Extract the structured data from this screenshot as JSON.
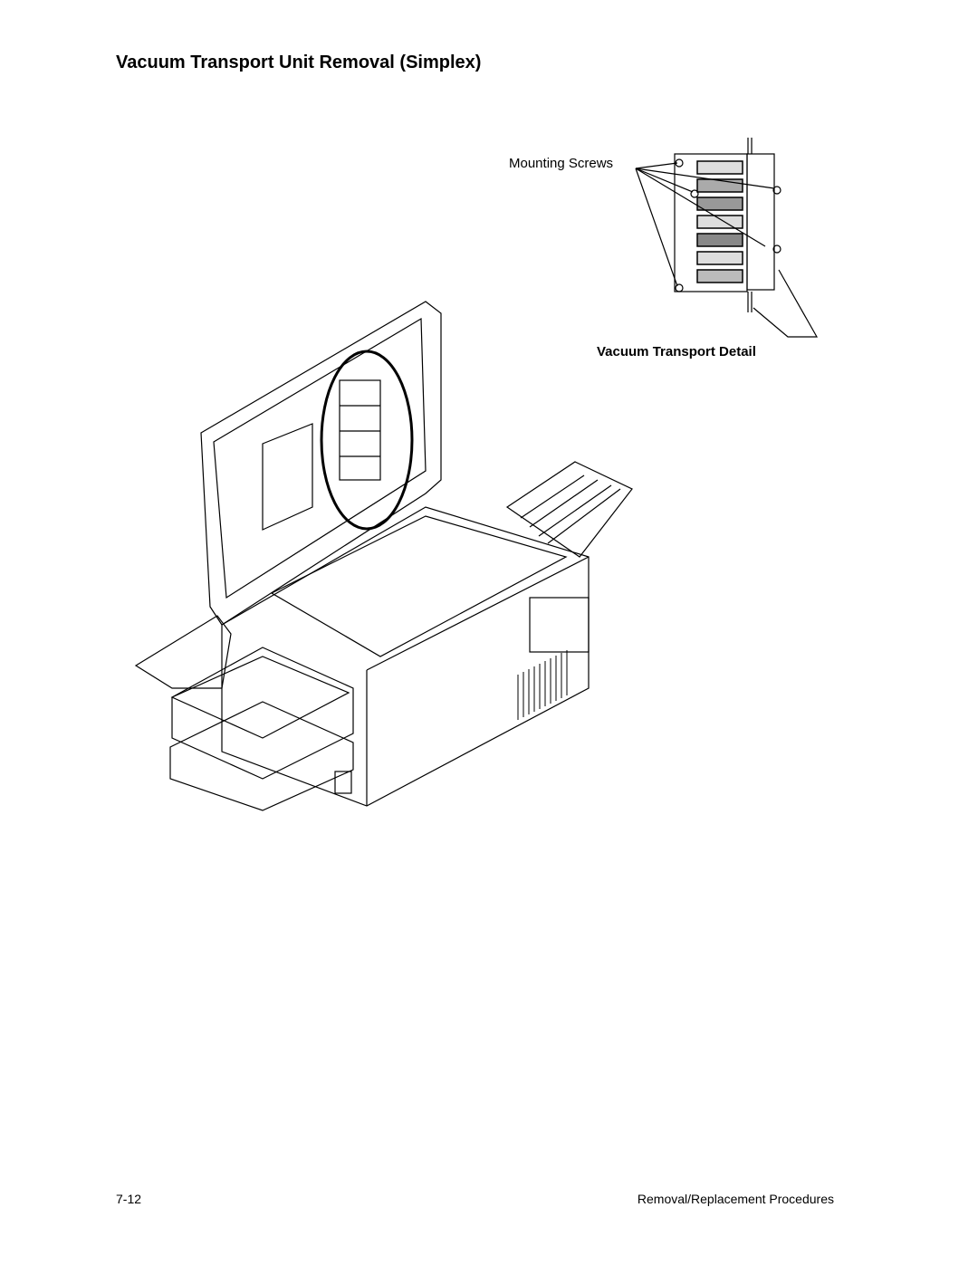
{
  "page": {
    "title": "Vacuum Transport Unit Removal (Simplex)",
    "footer_left": "7-12",
    "footer_right": "Removal/Replacement Procedures"
  },
  "figure": {
    "callout_label": "Mounting Screws",
    "detail_caption": "Vacuum Transport Detail"
  }
}
